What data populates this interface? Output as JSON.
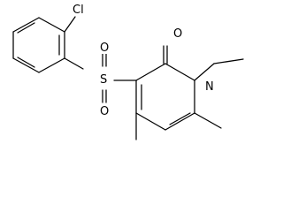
{
  "structure": {
    "atoms": {
      "cl": "Cl",
      "s": "S",
      "o_sulfonyl_top": "O",
      "o_sulfonyl_bottom": "O",
      "o_carbonyl": "O",
      "n": "N"
    }
  }
}
